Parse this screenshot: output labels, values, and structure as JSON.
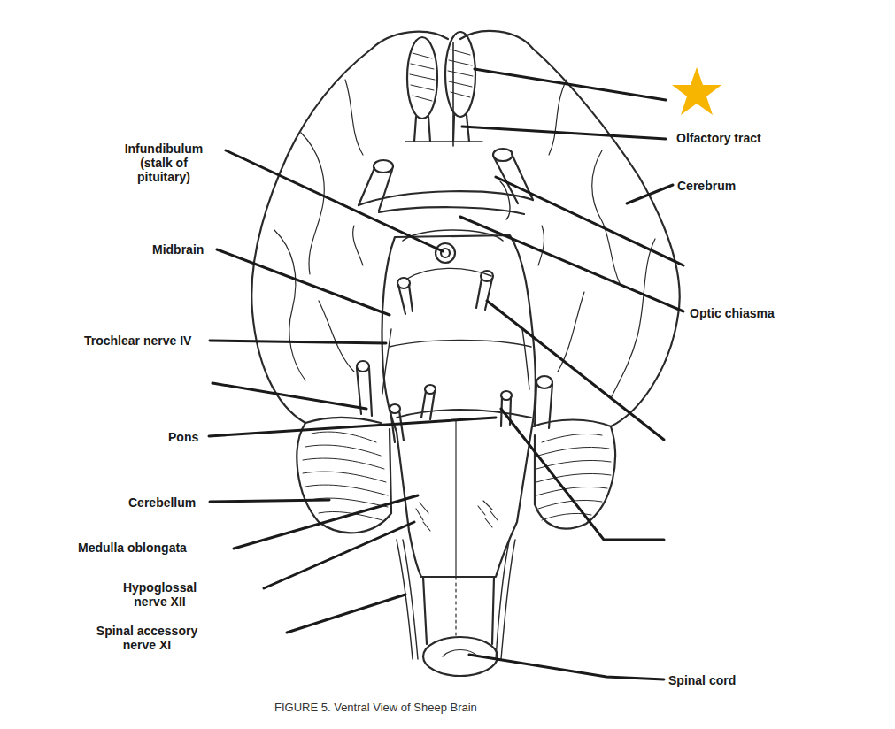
{
  "diagram": {
    "caption": "FIGURE 5. Ventral View of Sheep Brain",
    "labels": [
      "Infundibulum (stalk of pituitary)",
      "Olfactory tract",
      "Cerebrum",
      "Midbrain",
      "Optic chiasma",
      "Trochlear nerve IV",
      "Pons",
      "Cerebellum",
      "Medulla oblongata",
      "Hypoglossal nerve XII",
      "Spinal accessory nerve XI",
      "Spinal cord"
    ]
  }
}
